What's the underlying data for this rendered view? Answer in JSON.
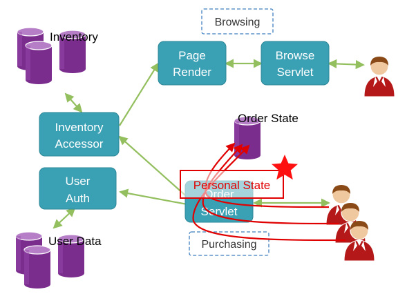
{
  "nodes": {
    "page_render": [
      "Page",
      "Render"
    ],
    "browse_servlet": [
      "Browse",
      "Servlet"
    ],
    "inventory_accessor": [
      "Inventory",
      "Accessor"
    ],
    "user_auth": [
      "User",
      "Auth"
    ],
    "order_servlet": [
      "Order",
      "Servlet"
    ]
  },
  "databases": {
    "inventory": "Inventory",
    "order_state": "Order State",
    "user_data": "User Data"
  },
  "groups": {
    "browsing": "Browsing",
    "purchasing": "Purchasing"
  },
  "personal_state": "Personal State",
  "colors": {
    "node_fill": "#3aa0b4",
    "link": "#93bf5f",
    "database": "#7b2d8e",
    "accent_red": "#e00000",
    "star": "#ff1010",
    "group_border": "#3f7fc0",
    "user_shirt": "#b51818",
    "user_skin": "#f0c8a0",
    "user_hair": "#8a4a18"
  },
  "icons": {
    "database": "database-icon",
    "user": "user-icon",
    "star": "star-icon"
  }
}
